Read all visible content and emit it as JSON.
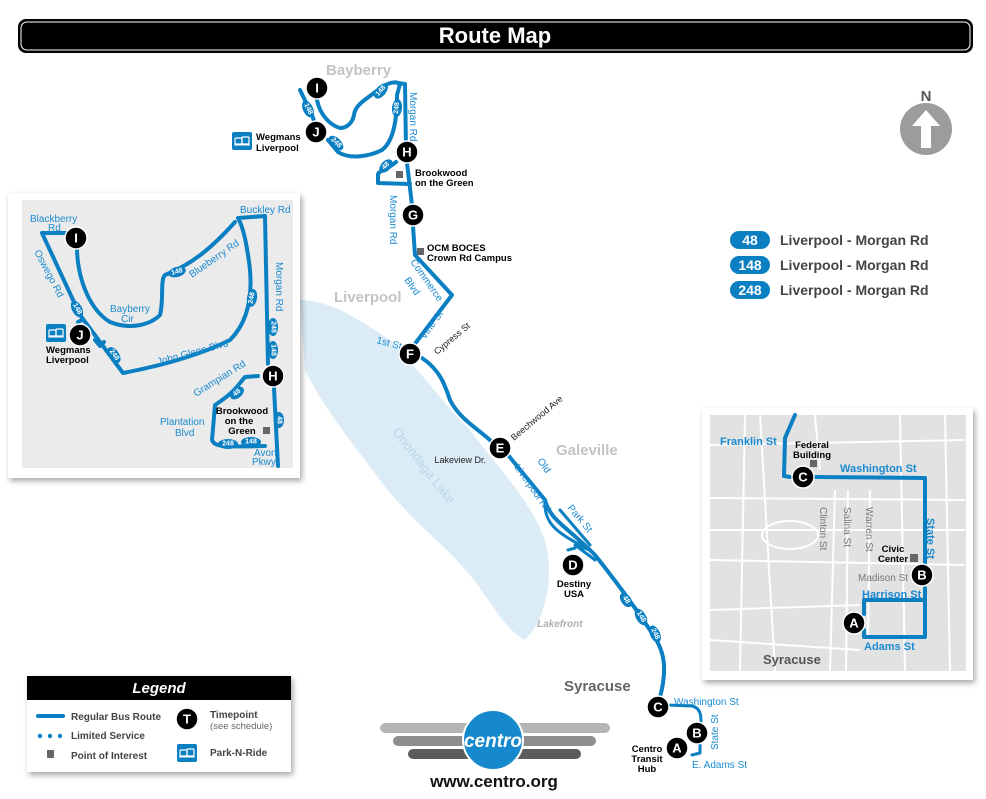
{
  "title": "Route Map",
  "north": "N",
  "routes": [
    {
      "number": "48",
      "name": "Liverpool - Morgan Rd"
    },
    {
      "number": "148",
      "name": "Liverpool - Morgan Rd"
    },
    {
      "number": "248",
      "name": "Liverpool - Morgan Rd"
    }
  ],
  "colors": {
    "route": "#0a7fc2",
    "lake": "#dcecf7"
  },
  "places": {
    "bayberry": "Bayberry",
    "liverpool": "Liverpool",
    "galeville": "Galeville",
    "syracuse": "Syracuse",
    "lake": "Onondaga Lake",
    "lakefront": "Lakefront"
  },
  "stops": {
    "A": "A",
    "B": "B",
    "C": "C",
    "D": "D",
    "E": "E",
    "F": "F",
    "G": "G",
    "H": "H",
    "I": "I",
    "J": "J"
  },
  "poi": {
    "wegmans1": "Wegmans",
    "wegmans2": "Liverpool",
    "brookwood1": "Brookwood",
    "brookwood2": "on the Green",
    "ocm1": "OCM BOCES",
    "ocm2": "Crown Rd Campus",
    "destiny1": "Destiny",
    "destiny2": "USA",
    "hub1": "Centro",
    "hub2": "Transit",
    "hub3": "Hub"
  },
  "streets": {
    "morgan": "Morgan Rd",
    "commerce1": "Commerce",
    "commerce2": "Blvd",
    "vine": "Vine St",
    "cypress": "Cypress St",
    "first": "1st St",
    "beechwood": "Beechwood Ave",
    "lakeview": "Lakeview Dr.",
    "old": "Old",
    "oldlp": "Liverpool Rd",
    "park": "Park St",
    "washington": "Washington St",
    "state": "State St",
    "adams": "E. Adams St"
  },
  "inset1": {
    "blackberry1": "Blackberry",
    "blackberry2": "Rd",
    "oswego": "Oswego Rd",
    "buckley": "Buckley Rd",
    "blueberry": "Blueberry Rd",
    "morgan": "Morgan Rd",
    "bayberry1": "Bayberry",
    "bayberry2": "Cir",
    "johnglenn": "John Glenn Blvd",
    "grampian": "Grampian Rd",
    "plantation1": "Plantation",
    "plantation2": "Blvd",
    "avon1": "Avon",
    "avon2": "Pkwy",
    "wegmans1": "Wegmans",
    "wegmans2": "Liverpool",
    "brookwood1": "Brookwood",
    "brookwood2": "on the",
    "brookwood3": "Green"
  },
  "inset2": {
    "franklin": "Franklin St",
    "federal1": "Federal",
    "federal2": "Building",
    "washington": "Washington St",
    "clinton": "Clinton St",
    "salina": "Salina St",
    "warren": "Warren St",
    "state": "State St",
    "civic1": "Civic",
    "civic2": "Center",
    "madison": "Madison St",
    "harrison": "Harrison St",
    "adams": "Adams St",
    "syracuse": "Syracuse"
  },
  "legend": {
    "title": "Legend",
    "regular": "Regular Bus Route",
    "limited": "Limited Service",
    "poi": "Point of Interest",
    "timepoint_letter": "T",
    "timepoint": "Timepoint",
    "timepoint_note": "(see schedule)",
    "parknride": "Park-N-Ride"
  },
  "logo": {
    "brand": "centro",
    "url": "www.centro.org"
  }
}
